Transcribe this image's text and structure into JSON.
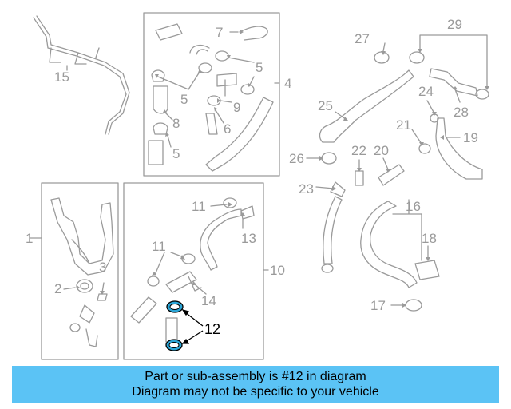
{
  "colors": {
    "line": "#9a9a9a",
    "highlight_fill": "#2aa5d6",
    "highlight_stroke": "#000000",
    "banner": "#5bc3f5"
  },
  "callouts": {
    "c1": "1",
    "c2": "2",
    "c3": "3",
    "c4": "4",
    "c5a": "5",
    "c5b": "5",
    "c5c": "5",
    "c6": "6",
    "c7": "7",
    "c8": "8",
    "c9": "9",
    "c10": "10",
    "c11a": "11",
    "c11b": "11",
    "c12": "12",
    "c13": "13",
    "c14": "14",
    "c15": "15",
    "c16": "16",
    "c17": "17",
    "c18": "18",
    "c19": "19",
    "c20": "20",
    "c21": "21",
    "c22": "22",
    "c23": "23",
    "c24": "24",
    "c25": "25",
    "c26": "26",
    "c27": "27",
    "c28": "28",
    "c29": "29"
  },
  "banner": {
    "line1": "Part or sub-assembly is #12 in diagram",
    "line2": "Diagram may not be specific to your vehicle"
  }
}
